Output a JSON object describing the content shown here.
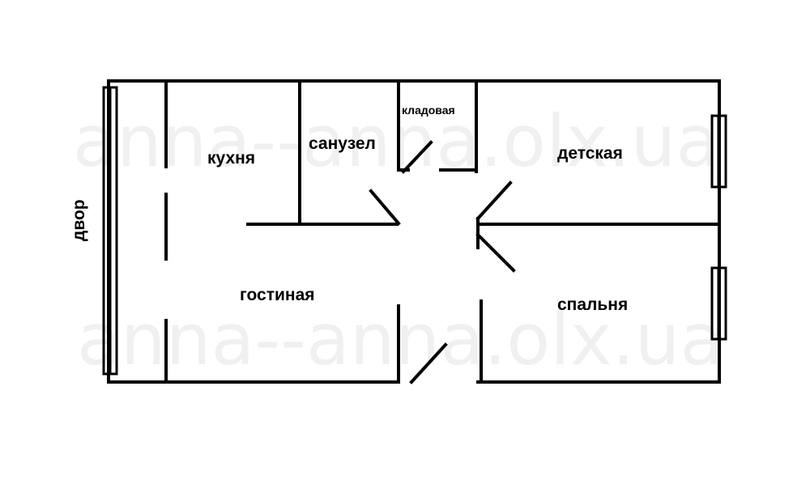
{
  "watermark": "anna--anna.olx.ua",
  "rooms": {
    "kitchen": "кухня",
    "bathroom": "санузел",
    "pantry": "кладовая",
    "nursery": "детская",
    "living": "гостиная",
    "bedroom": "спальня"
  },
  "outside": {
    "yard": "двор"
  },
  "colors": {
    "lines": "#000000",
    "background": "#ffffff"
  }
}
